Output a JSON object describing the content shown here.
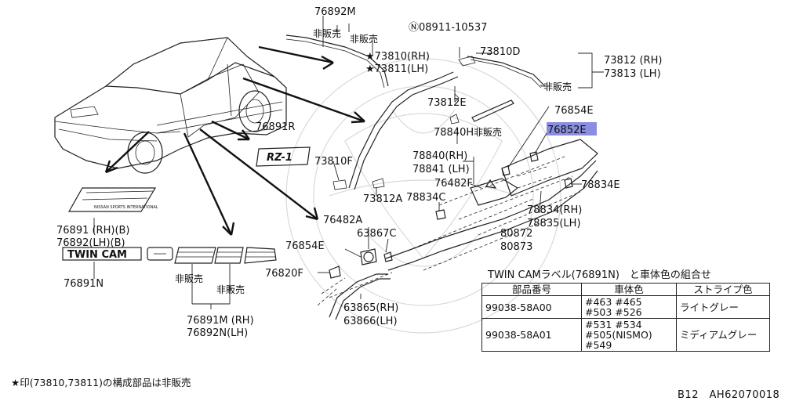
{
  "labels": {
    "p76892M": "76892M",
    "hanbai_a": "非販売",
    "hanbai_b": "非販売",
    "p08911": "Ⓝ08911-10537",
    "p73810rh": "★73810(RH)",
    "p73811lh": "★73811(LH)",
    "p73810D": "73810D",
    "p73812": "73812 (RH)",
    "p73813": "73813 (LH)",
    "hanbai_c": "非販売",
    "p73812E": "73812E",
    "p76854E_top": "76854E",
    "p76852E": "76852E",
    "p76891R": "76891R",
    "p78840H": "78840H",
    "hanbai_d": "非販売",
    "p78840": "78840(RH)",
    "p78841": "78841 (LH)",
    "p73810F": "73810F",
    "p76482F": "76482F",
    "p78834E": "78834E",
    "p73812A": "73812A",
    "p78834C": "78834C",
    "p76482A": "76482A",
    "p78834": "78834(RH)",
    "p78835": "78835(LH)",
    "p76891": "76891 (RH)(B)",
    "p76892": "76892(LH)(B)",
    "p63867C": "63867C",
    "p80872": "80872",
    "p80873": "80873",
    "p76854E_bot": "76854E",
    "p76820F": "76820F",
    "p76891N": "76891N",
    "hanbai_e": "非販売",
    "hanbai_f": "非販売",
    "p63865": "63865(RH)",
    "p63866": "63866(LH)",
    "p76891M": "76891M (RH)",
    "p76892N": "76892N(LH)"
  },
  "decals": {
    "rz1": "RZ-1",
    "twincam": "TWIN CAM",
    "nissan": "NISSAN SPORTS INTERNATIONAL"
  },
  "table": {
    "caption": "TWIN CAMラベル(76891N)　と車体色の組合せ",
    "headers": [
      "部品番号",
      "車体色",
      "ストライプ色"
    ],
    "rows": [
      {
        "part": "99038-58A00",
        "colors": [
          "#463 #465",
          "#503 #526"
        ],
        "stripe": "ライトグレー"
      },
      {
        "part": "99038-58A01",
        "colors": [
          "#531 #534",
          "#505(NISMO)",
          "#549"
        ],
        "stripe": "ミディアムグレー"
      }
    ]
  },
  "footnote": "★印(73810,73811)の構成部品は非販売",
  "ref": "B12　AH62070018",
  "highlight_color": "#8a8ee0"
}
